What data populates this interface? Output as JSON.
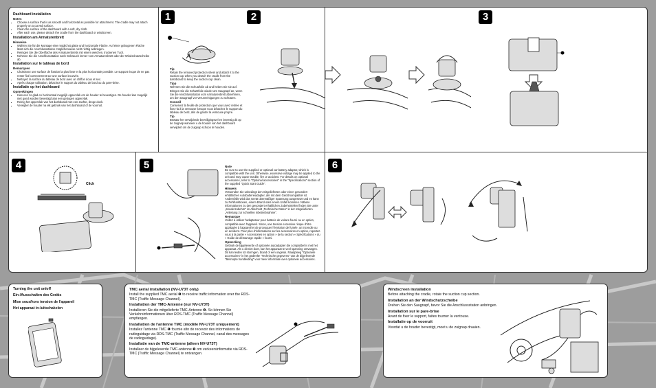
{
  "steps": [
    "1",
    "2",
    "3",
    "4",
    "5",
    "6"
  ],
  "click_label": "Click",
  "intro": {
    "en_title": "Dashboard installation",
    "en_notes_title": "Notes",
    "en_notes": [
      "Choose a surface that is as smooth and horizontal as possible for attachment. The cradle may not attach properly on a curved surface.",
      "Clean the surface of the dashboard with a soft, dry cloth.",
      "After each use, please detach the cradle from the dashboard or windscreen."
    ],
    "de_title": "Installation am Armaturenbrett",
    "de_notes_title": "Hinweise",
    "de_notes": [
      "Wählen Sie für die Montage eine möglichst glatte und horizontale Fläche. Auf einer gebogenen Fläche lässt sich die Anschlussstation möglicherweise nicht richtig anbringen.",
      "Reinigen Sie die Oberfläche des Armaturenbretts mit einem weichen, trockenen Tuch.",
      "Nehmen Sie die Anschlussstation nach Gebrauch immer vom Armaturenbrett oder der Windschutzscheibe ab."
    ],
    "fr_title": "Installation sur le tableau de bord",
    "fr_notes_title": "Remarques",
    "fr_notes": [
      "Choisissez une surface de fixation la plus lisse et la plus horizontale possible. Le support risque de ne pas rester fixé correctement sur une surface incurvée.",
      "Nettoyez la surface du tableau de bord avec un chiffon doux et sec.",
      "Après chaque utilisation, détachez le support du tableau de bord ou du pare-brise."
    ],
    "nl_title": "Installatie op het dashboard",
    "nl_notes_title": "Opmerkingen",
    "nl_notes": [
      "Kies een zo glad en horizontaal mogelijk oppervlak om de houder te bevestigen. De houder kan mogelijk niet goed worden bevestigd aan een gebogen oppervlak.",
      "Reinig het oppervlak van het dashboard met een zachte, droge doek.",
      "Verwijder de houder na elk gebruik van het dashboard of de voorruit."
    ]
  },
  "tips1": {
    "en_title": "Tip",
    "en": "Retain the removed protection sheet and attach it to the suction cup when you detach the cradle from the dashboard to keep the suction cup clean.",
    "de_title": "Tipp",
    "de": "Nehmen Sie die Schutzfolie ab und heben Sie sie auf. Bringen Sie die Schutzfolie wieder am Saugnapf an, wenn Sie die Anschlussstation vom Armaturenbrett abnehmen, um den Saugnapf vor Verunreinigungen zu schützen.",
    "fr_title": "Conseil",
    "fr": "Conservez la feuille de protection que vous avez retirée et fixez-la à la ventouse lorsque vous détachez le support du tableau de bord, afin de garder la ventouse propre.",
    "nl_title": "Tip",
    "nl": "Bewaar het verwijderde beveiligingsvel en bevestig dit op de zuignap wanneer u de houder van het dashboard verwijdert om de zuignap schoon te houden."
  },
  "notes5": {
    "en_title": "Note",
    "en": "Be sure to use the supplied or optional car battery adaptor, which is compatible with the unit. Otherwise, excessive voltage may be applied to the unit and may cause trouble, fire or accident. For details on optional accessories, refer to \"Optional accessories\" in the \"Specifications\" section of the supplied \"Quick Start Guide\".",
    "de_title": "Hinweis",
    "de": "Verwenden Sie unbedingt den mitgelieferten oder einen gesondert erhältlichen Autobatterieadapter, der mit dem Gerät kompatibel ist. Andernfalls wird das Gerät übermäßiger Spannung ausgesetzt und es kann zu Fehlfunktionen, einem Brand oder einem Unfall kommen. Nähere Informationen zu den gesondert erhältlichen Zubehörteilen finden Sie unter „Sonderzubehör\" im Abschnitt „Technische Daten\" in der mitgelieferten „Anleitung zur schnellen Inbetriebnahme\".",
    "fr_title": "Remarque",
    "fr": "Veillez à utiliser l'adaptateur pour batterie de voiture fourni ou en option, compatible avec l'appareil. Sinon, une tension excessive risque d'être appliquée à l'appareil et de provoquer l'émission de fumée, un incendie ou un accident. Pour plus d'informations sur les accessoires en option, reportez-vous à la partie « Accessoires en option » de la section « Spécifications » du « Guide de démarrage rapide » fourni.",
    "nl_title": "Opmerking",
    "nl": "Gebruik de bijgeleverde of optionele autoadapter die compatibel is met het apparaat. Als u dit niet doet, kan het apparaat te veel spanning ontvangen. Dit kan leiden tot storingen, brand of een ongeluk. Raadpleeg \"Optionele accessoires\" in het gedeelte \"Technische gegevens\" van de bijgeleverde \"Beknopte handleiding\" voor meer informatie over optionele accessoires."
  },
  "power": {
    "lines": [
      "Turning the unit on/off",
      "Ein-/Ausschalten des Geräts",
      "Mise sous/hors tension de l'appareil",
      "Het apparaat in-/uitschakelen"
    ]
  },
  "tmc": {
    "en_title": "TMC aerial installation (NV-U73T only)",
    "en": "Install the supplied TMC aerial ❶ to receive traffic information over the RDS-TMC (Traffic Message Channel).",
    "de_title": "Installation der TMC-Antenne (nur NV-U73T)",
    "de": "Installieren Sie die mitgelieferte TMC-Antenne ❶. So können Sie Verkehrsinformationen über RDS-TMC (Traffic Message Channel) empfangen.",
    "fr_title": "Installation de l'antenne TMC (modèle NV-U73T uniquement)",
    "fr": "Installez l'antenne TMC ❶ fournie afin de recevoir des informations de radioguidage via RDS-TMC (Traffic Message Channel, canal des messages de radioguidage).",
    "nl_title": "Installatie van de TMC-antenne (alleen NV-U73T)",
    "nl": "Installeer de bijgeleverde TMC-antenne ❶ om verkeersinformatie via RDS-TMC (Traffic Message Channel) te ontvangen."
  },
  "windscreen": {
    "en_title": "Windscreen installation",
    "en": "Before attaching the cradle, rotate the suction cup section.",
    "de_title": "Installation an der Windschutzscheibe",
    "de": "Drehen Sie den Saugnapf, bevor Sie die Anschlussstation anbringen.",
    "fr_title": "Installation sur le pare-brise",
    "fr": "Avant de fixer le support, faites tourner la ventouse.",
    "nl_title": "Installatie op de voorruit",
    "nl": "Voordat u de houder bevestigt, moet u de zuignap draaien."
  }
}
